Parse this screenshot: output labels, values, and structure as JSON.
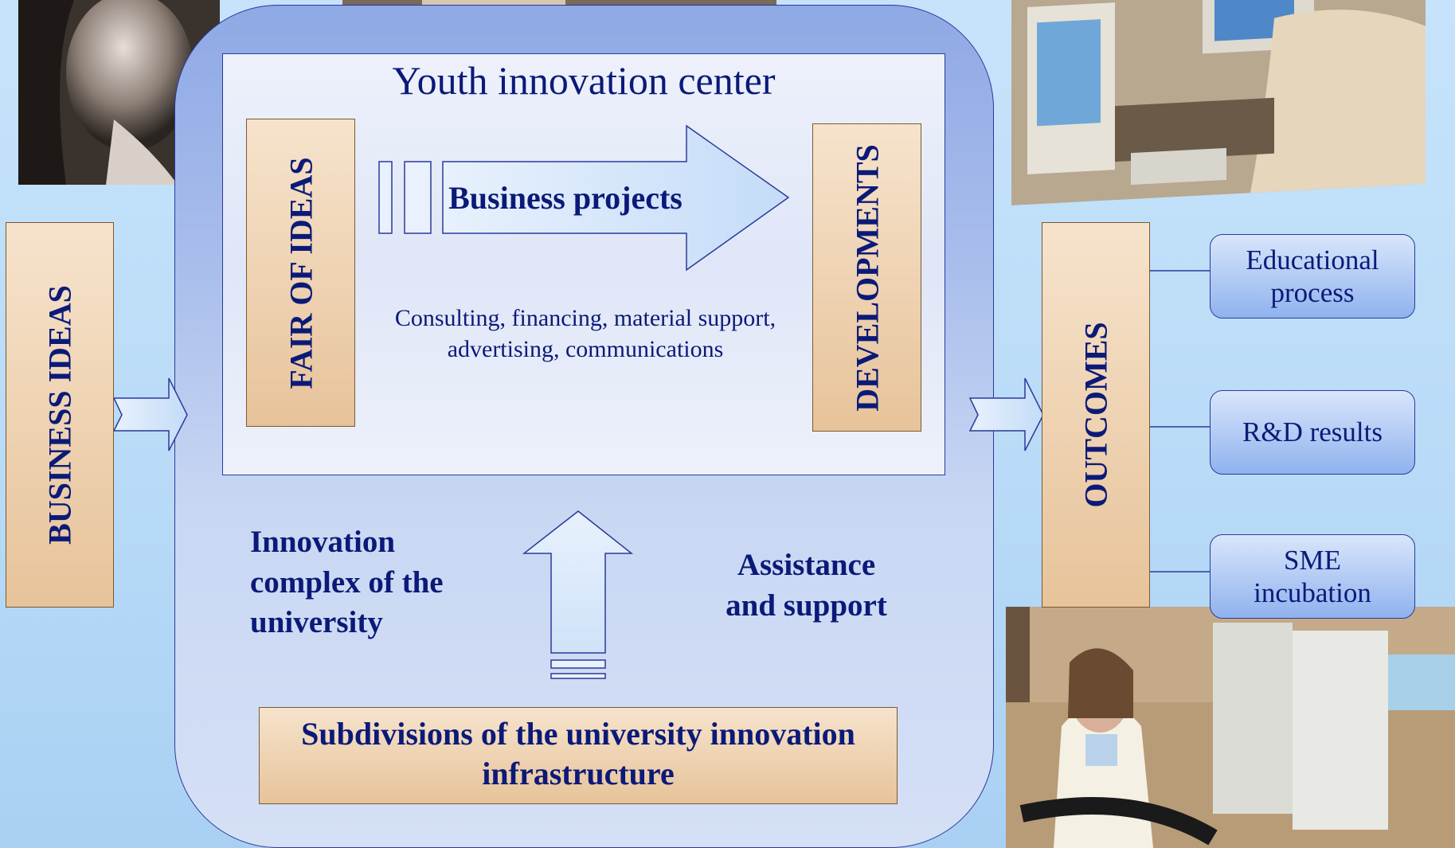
{
  "diagram": {
    "center_title": "Youth innovation center",
    "business_ideas": "BUSINESS IDEAS",
    "fair_of_ideas": "FAIR OF IDEAS",
    "business_projects": "Business projects",
    "developments": "DEVELOPMENTS",
    "support_line1": "Consulting, financing, material support,",
    "support_line2": "advertising, communications",
    "innovation_complex": [
      "Innovation",
      "complex of the",
      "university"
    ],
    "assistance": [
      "Assistance",
      "and support"
    ],
    "subdivisions": [
      "Subdivisions of the university innovation",
      "infrastructure"
    ],
    "outcomes": "OUTCOMES",
    "results": [
      [
        "Educational",
        "process"
      ],
      [
        "R&D results"
      ],
      [
        "SME",
        "incubation"
      ]
    ]
  },
  "colors": {
    "text": "#0b1a78",
    "box_fill": "#e7c39a",
    "background": "#b9dbf7"
  }
}
